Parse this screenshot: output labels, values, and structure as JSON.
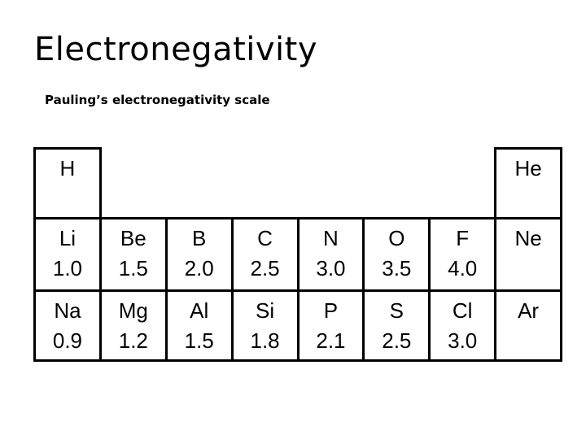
{
  "colors": {
    "background": "#ffffff",
    "text": "#000000",
    "table_border": "#000000"
  },
  "slide": {
    "title": "Electronegativity",
    "subtitle": "Pauling’s electronegativity scale"
  },
  "periodic_table": {
    "period1": {
      "hydrogen": {
        "symbol": "H",
        "value": ""
      },
      "helium": {
        "symbol": "He",
        "value": ""
      }
    },
    "period2": [
      {
        "symbol": "Li",
        "value": "1.0"
      },
      {
        "symbol": "Be",
        "value": "1.5"
      },
      {
        "symbol": "B",
        "value": "2.0"
      },
      {
        "symbol": "C",
        "value": "2.5"
      },
      {
        "symbol": "N",
        "value": "3.0"
      },
      {
        "symbol": "O",
        "value": "3.5"
      },
      {
        "symbol": "F",
        "value": "4.0"
      },
      {
        "symbol": "Ne",
        "value": ""
      }
    ],
    "period3": [
      {
        "symbol": "Na",
        "value": "0.9"
      },
      {
        "symbol": "Mg",
        "value": "1.2"
      },
      {
        "symbol": "Al",
        "value": "1.5"
      },
      {
        "symbol": "Si",
        "value": "1.8"
      },
      {
        "symbol": "P",
        "value": "2.1"
      },
      {
        "symbol": "S",
        "value": "2.5"
      },
      {
        "symbol": "Cl",
        "value": "3.0"
      },
      {
        "symbol": "Ar",
        "value": ""
      }
    ]
  }
}
